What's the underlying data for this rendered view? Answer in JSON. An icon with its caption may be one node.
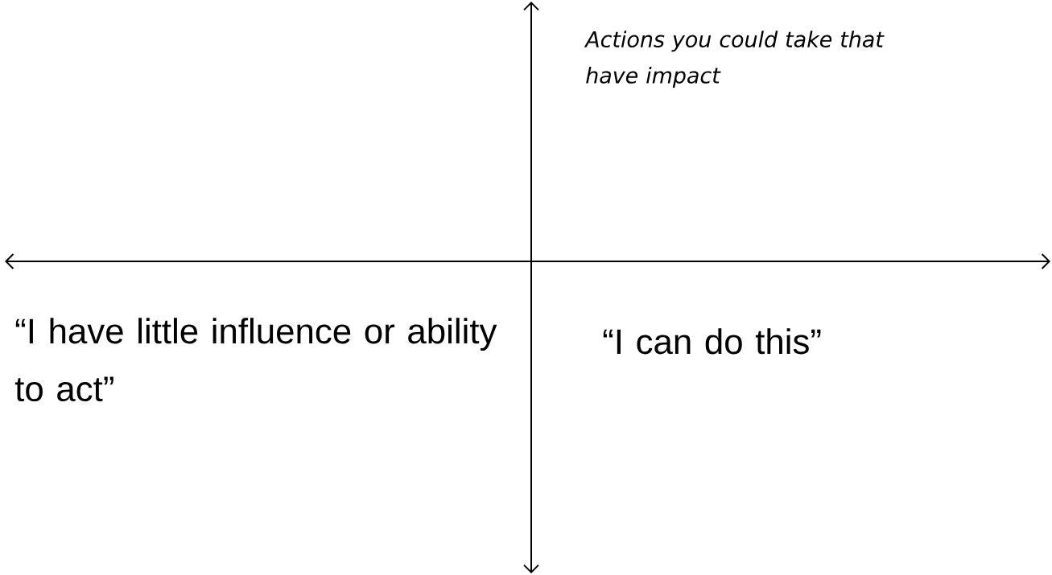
{
  "diagram": {
    "labels": [
      "Actions you could take that have impact",
      "“I have little influence or ability to act”",
      "“I can do this”"
    ]
  }
}
